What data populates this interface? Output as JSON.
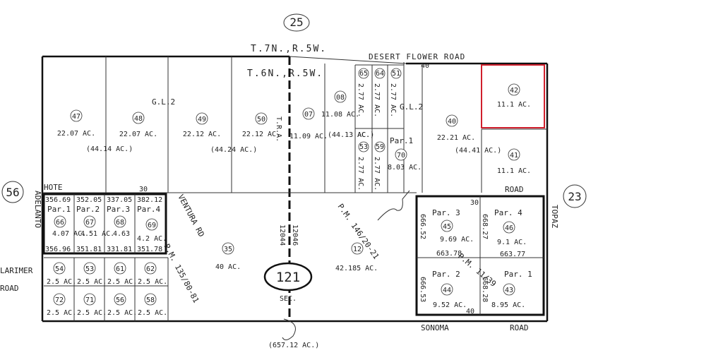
{
  "header": {
    "page_no": "25",
    "township_north": "T.7N.,R.5W.",
    "township_south": "T.6N.,R.5W.",
    "road_top": "DESERT FLOWER ROAD",
    "corner_ref": "40"
  },
  "side_refs": {
    "left": "56",
    "right": "23"
  },
  "roads": {
    "hote": "HOTE",
    "adelanto": "ADELANTO",
    "ventura": "VENTURA RD",
    "larimer_1": "LARIMER",
    "larimer_2": "ROAD",
    "topaz": "TOPAZ",
    "road_right": "ROAD",
    "sonoma": "SONOMA",
    "road_bottom": "ROAD"
  },
  "labels": {
    "gl2_left": "G.L.2",
    "gl2_right": "G.L.2",
    "tra": "T.R.A.",
    "pm_135": "P.M. 135/80-81",
    "pm_146": "P.M. 146/20-21",
    "pm_11": "P.M. 11/39",
    "tra_a": "12044",
    "tra_b": "12046"
  },
  "section": {
    "number": "121",
    "label": "SEC.",
    "total": "(657.12 AC.)"
  },
  "parcels_top": [
    {
      "no": "47",
      "ac": "22.07 AC."
    },
    {
      "no": "48",
      "ac": "22.07 AC."
    },
    {
      "no": "49",
      "ac": "22.12 AC."
    },
    {
      "no": "50",
      "ac": "22.12 AC."
    },
    {
      "no": "07",
      "ac": "11.09 AC."
    },
    {
      "no": "08",
      "ac": "11.08 AC."
    },
    {
      "no": "40",
      "ac": "22.21 AC."
    },
    {
      "no": "42",
      "ac": "11.1 AC."
    },
    {
      "no": "41",
      "ac": "11.1 AC."
    }
  ],
  "combined": {
    "a": "(44.14 AC.)",
    "b": "(44.24 AC.)",
    "c": "(44.13 AC.)",
    "d": "(44.41 AC.)"
  },
  "strips": [
    {
      "no": "65",
      "ac": "2.77 AC."
    },
    {
      "no": "64",
      "ac": "2.77 AC."
    },
    {
      "no": "51",
      "ac": "2.77 AC."
    },
    {
      "no": "53",
      "ac": "2.77 AC."
    },
    {
      "no": "59",
      "ac": "2.77 AC."
    }
  ],
  "ac_mark": "AC.",
  "par1_70": {
    "par": "Par.1",
    "no": "70",
    "ac": "8.03 AC."
  },
  "hote_pars": [
    {
      "par": "Par.1",
      "no": "66",
      "ac": "4.07 AC.",
      "top": "356.69",
      "bot": "356.96"
    },
    {
      "par": "Par.2",
      "no": "67",
      "ac": "4.51 AC.",
      "top": "352.05",
      "bot": "351.81"
    },
    {
      "par": "Par.3",
      "no": "68",
      "ac": "4.63",
      "top": "337.05",
      "bot": "331.81"
    },
    {
      "par": "Par.4",
      "no": "69",
      "ac": "4.2 AC.",
      "top": "382.12",
      "bot": "351.78"
    }
  ],
  "hote_note": "30",
  "small_lots": [
    {
      "no": "54",
      "ac": "2.5 AC."
    },
    {
      "no": "53",
      "ac": "2.5 AC."
    },
    {
      "no": "61",
      "ac": "2.5 AC."
    },
    {
      "no": "62",
      "ac": "2.5 AC."
    },
    {
      "no": "72",
      "ac": "2.5 AC."
    },
    {
      "no": "71",
      "ac": "2.5 AC."
    },
    {
      "no": "56",
      "ac": "2.5 AC."
    },
    {
      "no": "58",
      "ac": "2.5 AC."
    }
  ],
  "center": [
    {
      "no": "35",
      "ac": "40 AC."
    },
    {
      "no": "12",
      "ac": "42.185 AC."
    }
  ],
  "right_pars": [
    {
      "par": "Par. 3",
      "no": "45",
      "ac": "9.69 AC."
    },
    {
      "par": "Par. 4",
      "no": "46",
      "ac": "9.1 AC."
    },
    {
      "par": "Par. 2",
      "no": "44",
      "ac": "9.52 AC."
    },
    {
      "par": "Par. 1",
      "no": "43",
      "ac": "8.95 AC."
    }
  ],
  "dims": {
    "d1": "663.78",
    "d2": "663.77",
    "d3": "668.27",
    "d4": "668.28",
    "d5": "666.52",
    "d6": "666.53",
    "l30": "30",
    "l40": "40"
  }
}
